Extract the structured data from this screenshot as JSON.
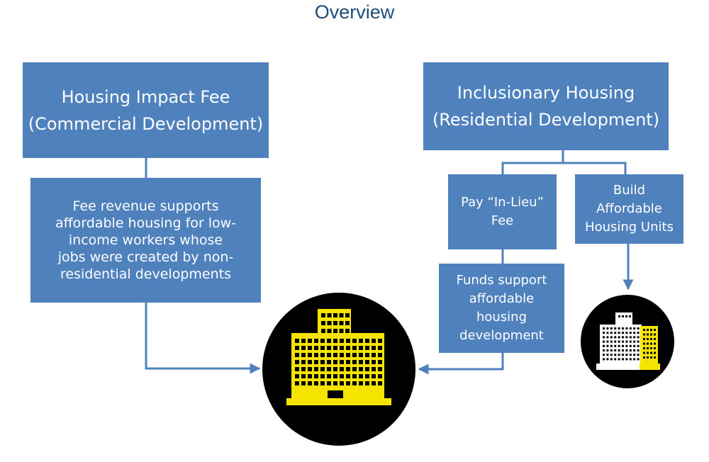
{
  "title": "Overview",
  "boxes": {
    "housing_impact_fee": {
      "line1": "Housing Impact Fee",
      "line2": "(Commercial Development)"
    },
    "inclusionary_housing": {
      "line1": "Inclusionary Housing",
      "line2": "(Residential Development)"
    },
    "fee_revenue": {
      "line1": "Fee revenue supports",
      "line2": "affordable housing for low-",
      "line3": "income workers whose",
      "line4": "jobs were created by non-",
      "line5": "residential developments"
    },
    "pay_in_lieu": {
      "line1": "Pay “In-Lieu”",
      "line2": "Fee"
    },
    "build_units": {
      "line1": "Build",
      "line2": "Affordable",
      "line3": "Housing Units"
    },
    "funds_support": {
      "line1": "Funds support",
      "line2": "affordable",
      "line3": "housing",
      "line4": "development"
    }
  },
  "colors": {
    "box_fill": "#4f81bd",
    "connector": "#4f81bd",
    "title": "#1f4e79",
    "circle": "#000000",
    "building_yellow": "#f5e400",
    "building_white": "#ffffff"
  },
  "icons": {
    "large_building": "office-building-icon",
    "small_buildings": "housing-buildings-icon"
  }
}
